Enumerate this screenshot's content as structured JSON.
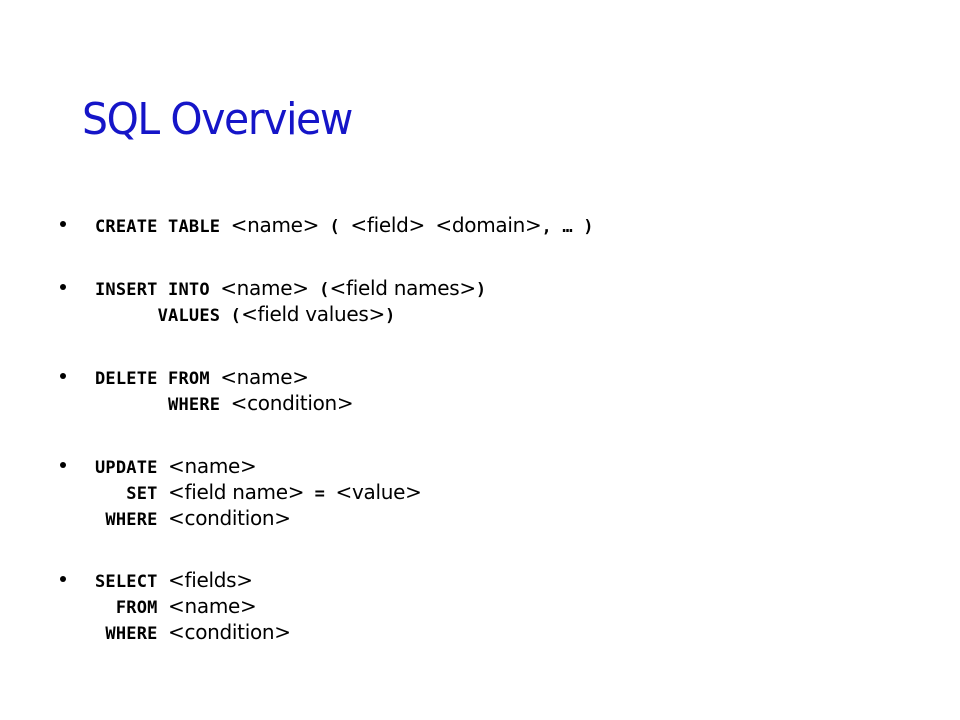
{
  "slide": {
    "title": "SQL Overview",
    "title_color": "#1515c8",
    "bullet_icon": "filled-circle",
    "commands": [
      {
        "name": "create-table",
        "lines": [
          [
            {
              "kw": "CREATE TABLE "
            },
            {
              "ph": "<name>"
            },
            {
              "kw": " ( "
            },
            {
              "ph": "<field>"
            },
            {
              "kw": " "
            },
            {
              "ph": "<domain>"
            },
            {
              "kw": ", … )"
            }
          ]
        ]
      },
      {
        "name": "insert-into",
        "lines": [
          [
            {
              "kw": "INSERT INTO "
            },
            {
              "ph": "<name>"
            },
            {
              "kw": " ("
            },
            {
              "ph": "<field names>"
            },
            {
              "kw": ")"
            }
          ],
          [
            {
              "kw": "      VALUES ("
            },
            {
              "ph": "<field values>"
            },
            {
              "kw": ")"
            }
          ]
        ]
      },
      {
        "name": "delete-from",
        "lines": [
          [
            {
              "kw": "DELETE FROM "
            },
            {
              "ph": "<name>"
            }
          ],
          [
            {
              "kw": "       WHERE "
            },
            {
              "ph": "<condition>"
            }
          ]
        ]
      },
      {
        "name": "update",
        "lines": [
          [
            {
              "kw": "UPDATE "
            },
            {
              "ph": "<name>"
            }
          ],
          [
            {
              "kw": "   SET "
            },
            {
              "ph": "<field name>"
            },
            {
              "kw": " = "
            },
            {
              "ph": "<value>"
            }
          ],
          [
            {
              "kw": " WHERE "
            },
            {
              "ph": "<condition>"
            }
          ]
        ]
      },
      {
        "name": "select",
        "lines": [
          [
            {
              "kw": "SELECT "
            },
            {
              "ph": "<fields>"
            }
          ],
          [
            {
              "kw": "  FROM "
            },
            {
              "ph": "<name>"
            }
          ],
          [
            {
              "kw": " WHERE "
            },
            {
              "ph": "<condition>"
            }
          ]
        ]
      }
    ]
  }
}
